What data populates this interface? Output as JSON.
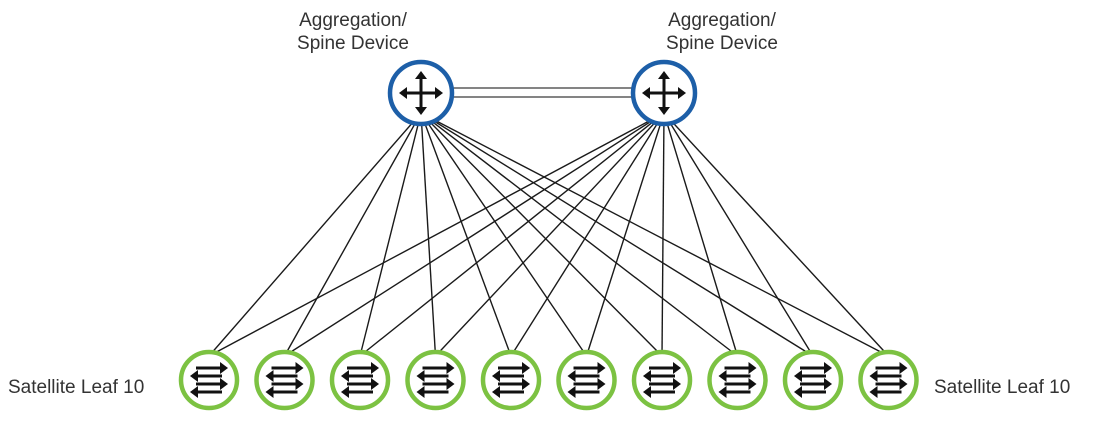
{
  "spines": [
    {
      "label_line1": "Aggregation/",
      "label_line2": "Spine Device",
      "icon": "router-arrows-icon"
    },
    {
      "label_line1": "Aggregation/",
      "label_line2": "Spine Device",
      "icon": "router-arrows-icon"
    }
  ],
  "leaves": {
    "count": 10,
    "icon": "switch-arrows-icon",
    "label_left": "Satellite Leaf 10",
    "label_right": "Satellite Leaf 10"
  },
  "colors": {
    "spine_ring": "#1d5fa8",
    "leaf_ring": "#7cc242",
    "link": "#1a1a1a",
    "icon": "#111111",
    "text": "#333333"
  }
}
